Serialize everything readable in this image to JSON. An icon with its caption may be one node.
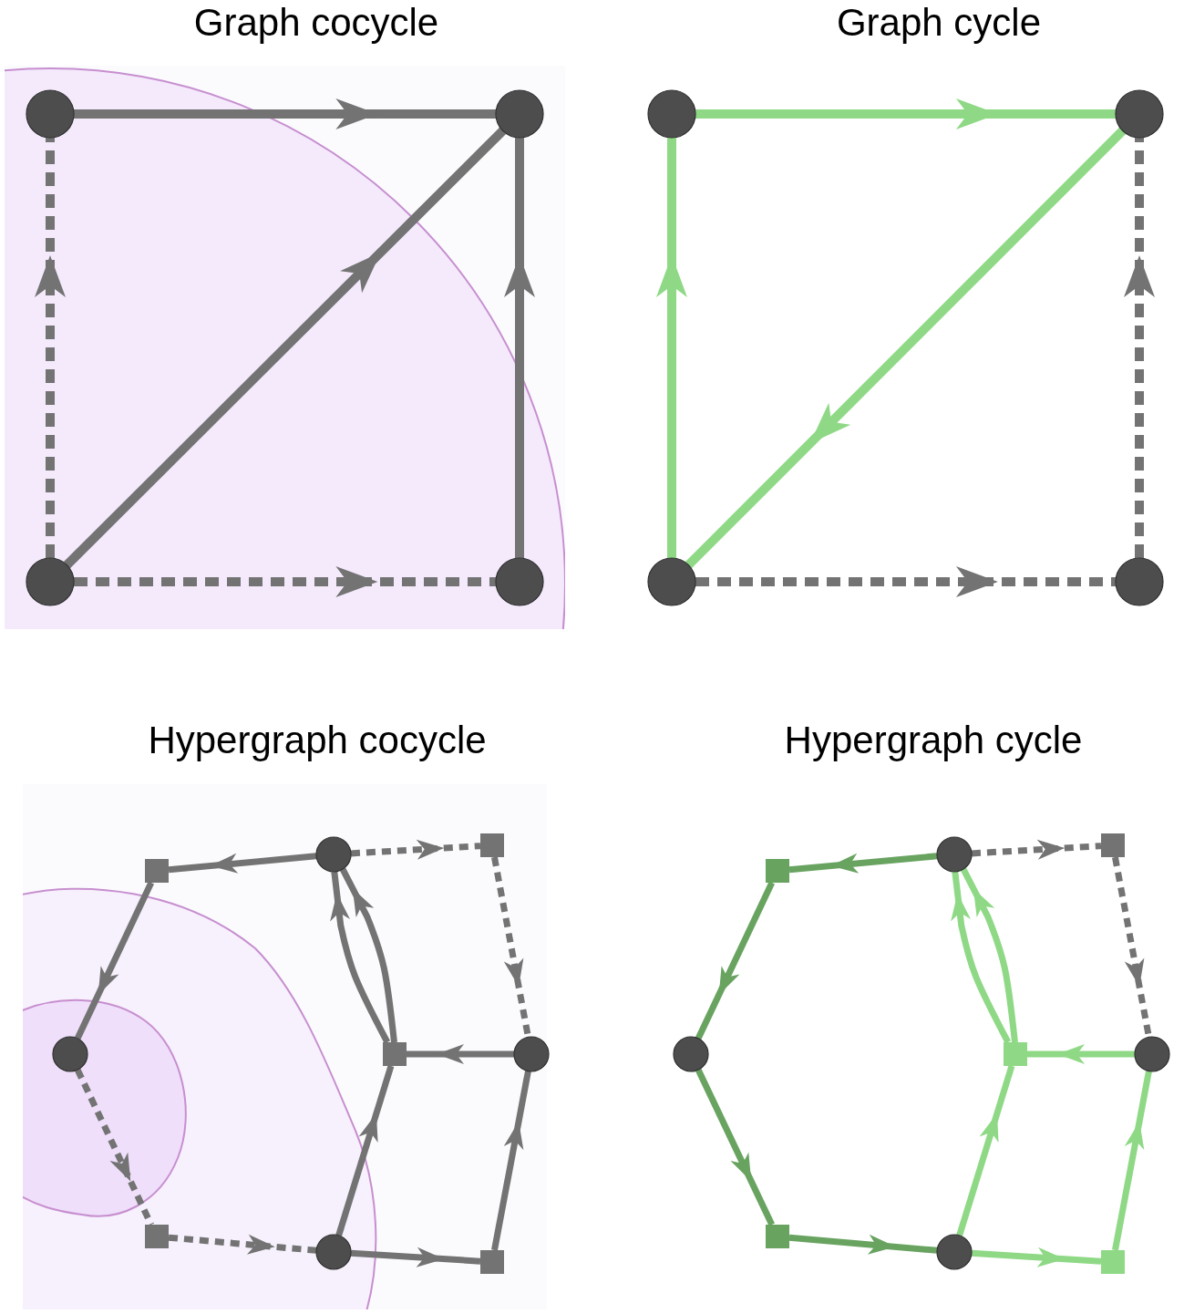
{
  "diagram": {
    "nodes": [
      {
        "text": [],
        "shape": "circle"
      },
      {
        "text": [],
        "shape": "circle"
      },
      {
        "text": [],
        "shape": "circle"
      },
      {
        "text": [],
        "shape": "circle"
      },
      {
        "text": [],
        "shape": "circle"
      },
      {
        "text": [],
        "shape": "circle"
      },
      {
        "text": [],
        "shape": "circle"
      },
      {
        "text": [],
        "shape": "circle"
      },
      {
        "text": [],
        "shape": "box"
      },
      {
        "text": [],
        "shape": "circle"
      },
      {
        "text": [],
        "shape": "box"
      },
      {
        "text": [],
        "shape": "circle"
      },
      {
        "text": [],
        "shape": "box"
      },
      {
        "text": [],
        "shape": "circle"
      },
      {
        "text": [],
        "shape": "box"
      },
      {
        "text": [],
        "shape": "circle"
      },
      {
        "text": [],
        "shape": "box"
      },
      {
        "text": [],
        "shape": "box"
      },
      {
        "text": [],
        "shape": "circle"
      },
      {
        "text": [],
        "shape": "box"
      },
      {
        "text": [],
        "shape": "circle"
      },
      {
        "text": [],
        "shape": "box"
      },
      {
        "text": [],
        "shape": "circle"
      },
      {
        "text": [],
        "shape": "box"
      },
      {
        "text": [],
        "shape": "circle"
      },
      {
        "text": [],
        "shape": "box"
      }
    ],
    "edges": [
      {
        "from": 0,
        "to": 1,
        "arrow": "to"
      },
      {
        "from": 2,
        "to": 0,
        "arrow": "to",
        "style": "dashed"
      },
      {
        "from": 2,
        "to": 1,
        "arrow": "to"
      },
      {
        "from": 3,
        "to": 1,
        "arrow": "to"
      },
      {
        "from": 2,
        "to": 3,
        "arrow": "to",
        "style": "dashed"
      },
      {
        "from": 4,
        "to": 5,
        "arrow": "to",
        "color": "#8fd986"
      },
      {
        "from": 6,
        "to": 4,
        "arrow": "to",
        "color": "#8fd986"
      },
      {
        "from": 5,
        "to": 6,
        "arrow": "to",
        "color": "#8fd986"
      },
      {
        "from": 7,
        "to": 5,
        "arrow": "to",
        "style": "dashed"
      },
      {
        "from": 6,
        "to": 7,
        "arrow": "to",
        "style": "dashed"
      },
      {
        "from": 9,
        "to": 10,
        "arrow": "to"
      },
      {
        "from": 9,
        "to": 8,
        "arrow": "to",
        "style": "dashed"
      },
      {
        "from": 10,
        "to": 11,
        "arrow": "to"
      },
      {
        "from": 8,
        "to": 13,
        "arrow": "to",
        "style": "dashed"
      },
      {
        "from": 12,
        "to": 9,
        "arrow": "to"
      },
      {
        "from": 12,
        "to": 9,
        "arrow": "to"
      },
      {
        "from": 13,
        "to": 12,
        "arrow": "to"
      },
      {
        "from": 11,
        "to": 14,
        "arrow": "to",
        "style": "dashed"
      },
      {
        "from": 15,
        "to": 12,
        "arrow": "to"
      },
      {
        "from": 14,
        "to": 15,
        "arrow": "to",
        "style": "dashed"
      },
      {
        "from": 15,
        "to": 16,
        "arrow": "to"
      },
      {
        "from": 16,
        "to": 13,
        "arrow": "to"
      },
      {
        "from": 18,
        "to": 19,
        "arrow": "to",
        "color": "#68a360"
      },
      {
        "from": 18,
        "to": 17,
        "arrow": "to",
        "style": "dashed"
      },
      {
        "from": 19,
        "to": 20,
        "arrow": "to",
        "color": "#68a360"
      },
      {
        "from": 17,
        "to": 22,
        "arrow": "to",
        "style": "dashed"
      },
      {
        "from": 21,
        "to": 18,
        "arrow": "to",
        "color": "#8fd986"
      },
      {
        "from": 21,
        "to": 18,
        "arrow": "to",
        "color": "#8fd986"
      },
      {
        "from": 22,
        "to": 21,
        "arrow": "to",
        "color": "#8fd986"
      },
      {
        "from": 20,
        "to": 23,
        "arrow": "to",
        "color": "#68a360"
      },
      {
        "from": 24,
        "to": 21,
        "arrow": "to",
        "color": "#8fd986"
      },
      {
        "from": 23,
        "to": 24,
        "arrow": "to",
        "color": "#68a360"
      },
      {
        "from": 24,
        "to": 25,
        "arrow": "to",
        "color": "#8fd986"
      },
      {
        "from": 25,
        "to": 22,
        "arrow": "to",
        "color": "#8fd986"
      }
    ],
    "labels": [
      "Graph cocycle",
      "Graph cycle",
      "Hypergraph cocycle",
      "Hypergraph cycle"
    ]
  }
}
